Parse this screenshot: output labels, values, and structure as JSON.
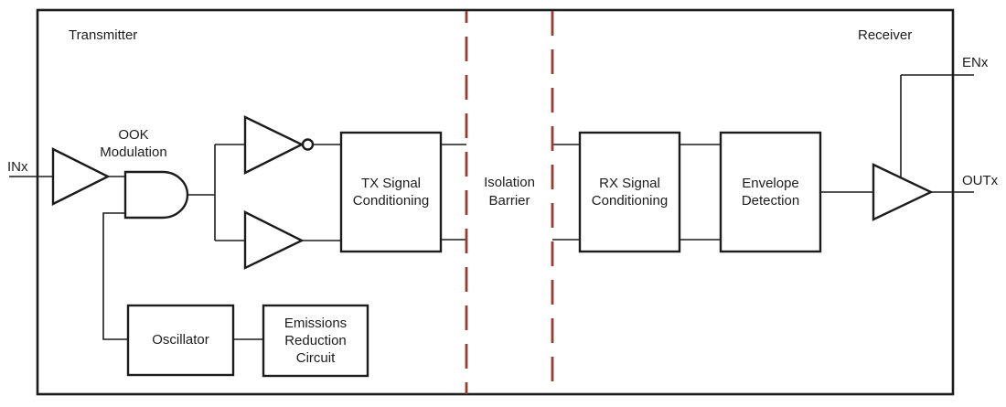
{
  "diagram": {
    "title_labels": {
      "transmitter": "Transmitter",
      "receiver": "Receiver"
    },
    "pins": {
      "input": "INx",
      "enable": "ENx",
      "output": "OUTx"
    },
    "annotations": {
      "ook_modulation": {
        "line1": "OOK",
        "line2": "Modulation"
      },
      "isolation_barrier": {
        "line1": "Isolation",
        "line2": "Barrier"
      }
    },
    "blocks": {
      "tx_signal_conditioning": {
        "line1": "TX Signal",
        "line2": "Conditioning"
      },
      "rx_signal_conditioning": {
        "line1": "RX Signal",
        "line2": "Conditioning"
      },
      "envelope_detection": {
        "line1": "Envelope",
        "line2": "Detection"
      },
      "oscillator": {
        "label": "Oscillator"
      },
      "emissions_reduction": {
        "line1": "Emissions",
        "line2": "Reduction",
        "line3": "Circuit"
      }
    },
    "colors": {
      "line": "#1c1c1c",
      "barrier_dash": "#943d32",
      "background": "#ffffff"
    }
  }
}
